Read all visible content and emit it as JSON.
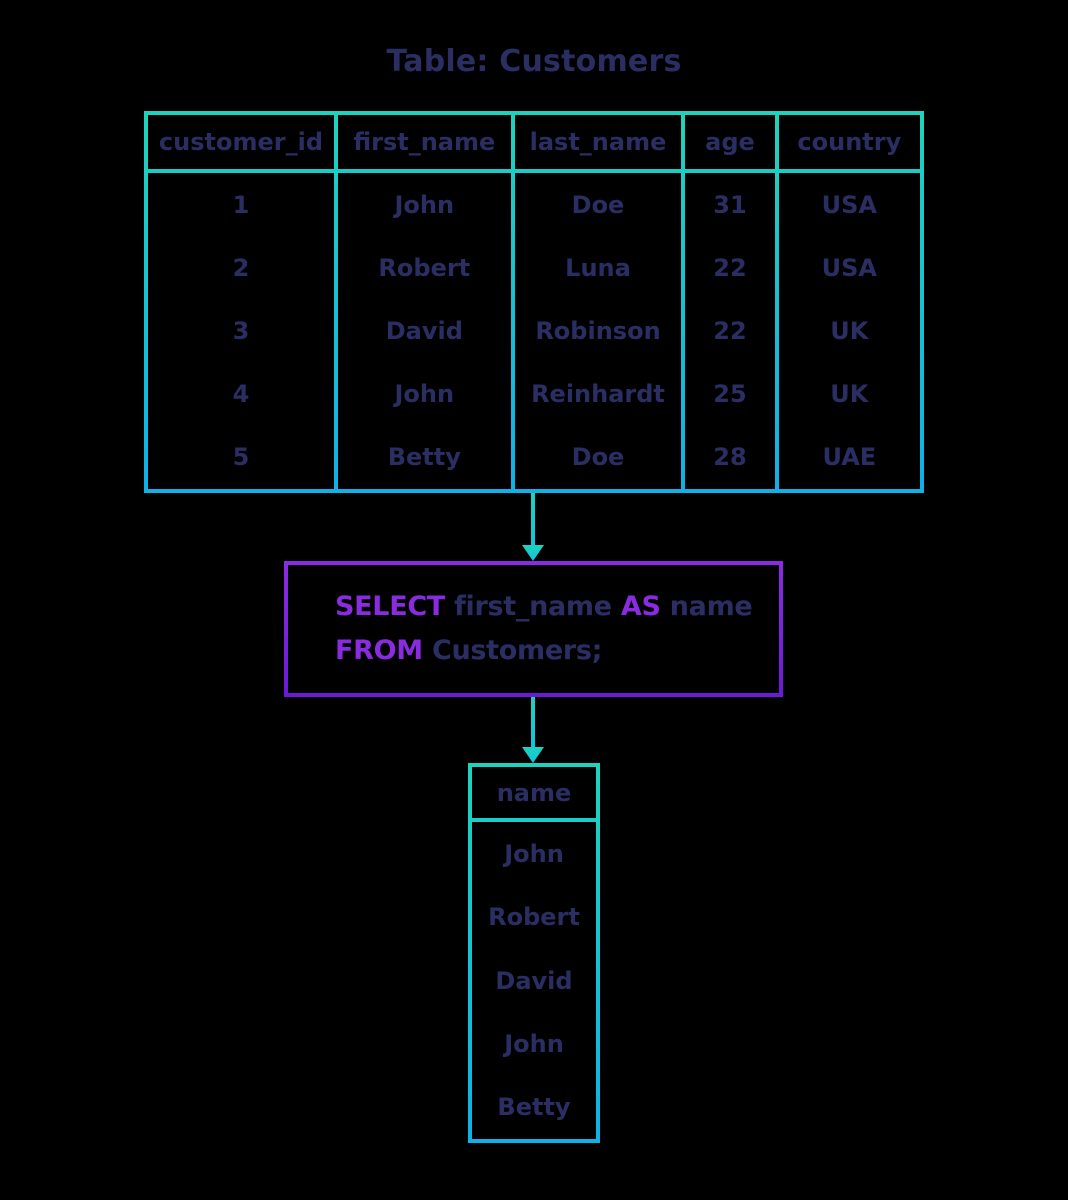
{
  "title": "Table: Customers",
  "main_table": {
    "columns": [
      {
        "header": "customer_id",
        "values": [
          "1",
          "2",
          "3",
          "4",
          "5"
        ]
      },
      {
        "header": "first_name",
        "values": [
          "John",
          "Robert",
          "David",
          "John",
          "Betty"
        ]
      },
      {
        "header": "last_name",
        "values": [
          "Doe",
          "Luna",
          "Robinson",
          "Reinhardt",
          "Doe"
        ]
      },
      {
        "header": "age",
        "values": [
          "31",
          "22",
          "22",
          "25",
          "28"
        ]
      },
      {
        "header": "country",
        "values": [
          "USA",
          "USA",
          "UK",
          "UK",
          "UAE"
        ]
      }
    ]
  },
  "query": {
    "select_keyword": "SELECT",
    "select_expression": "first_name",
    "as_keyword": "AS",
    "alias": "name",
    "from_keyword": "FROM",
    "table_reference": "Customers;"
  },
  "result_table": {
    "header": "name",
    "values": [
      "John",
      "Robert",
      "David",
      "John",
      "Betty"
    ]
  },
  "colors": {
    "background": "#000000",
    "navy_text": "#2b2e63",
    "keyword_purple": "#8a2be2",
    "table_border_top": "#1ed3bd",
    "table_border_bottom": "#0fb1e7",
    "header_divider": "#1accc6",
    "query_border_top": "#8a2be2",
    "query_border_bottom": "#6c1ad8",
    "arrow_top": "#1ed2c0",
    "arrow_bottom": "#10c5de"
  }
}
